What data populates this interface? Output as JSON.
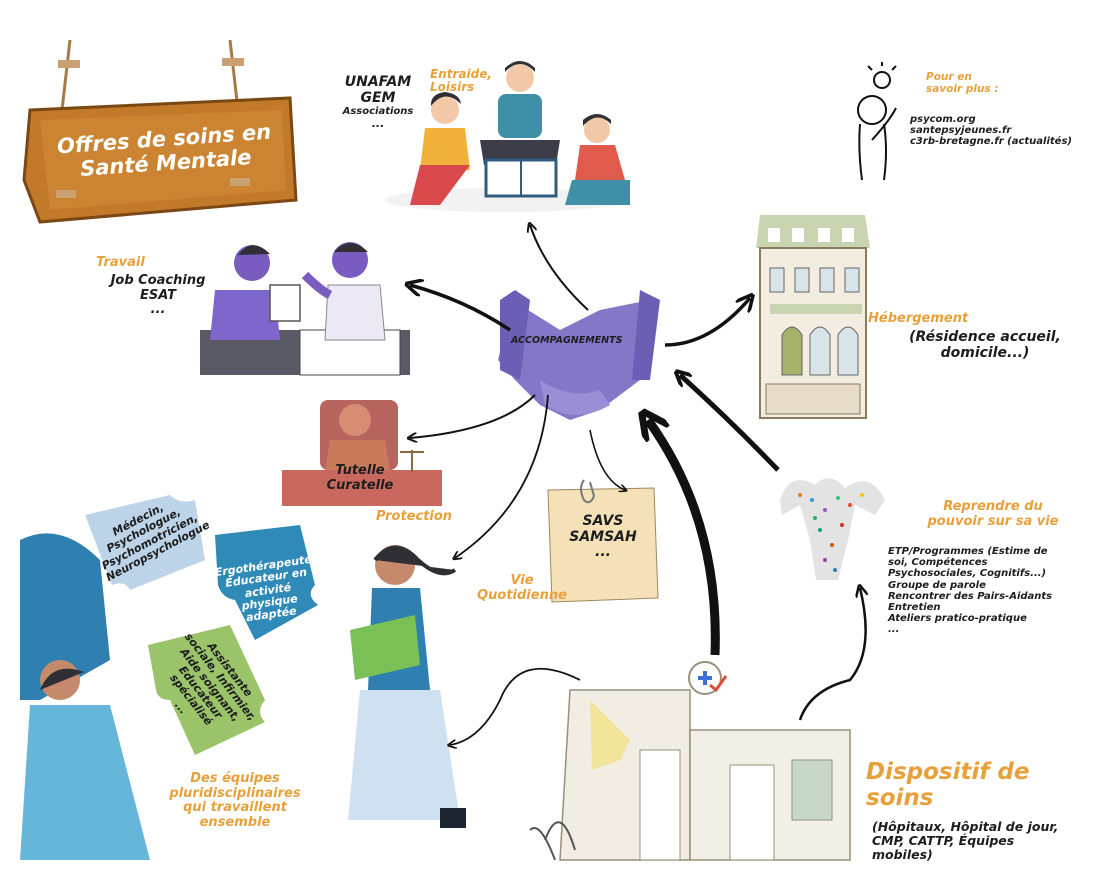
{
  "sign": {
    "line1": "Offres de soins en",
    "line2": "Santé Mentale"
  },
  "loisirs": {
    "category": [
      "Entraide,",
      "Loisirs"
    ],
    "items": [
      "UNAFAM",
      "GEM",
      "Associations",
      "..."
    ]
  },
  "info": {
    "title": [
      "Pour en",
      "savoir plus :"
    ],
    "links": [
      "psycom.org",
      "santepsyjeunes.fr",
      "c3rb-bretagne.fr (actualités)"
    ]
  },
  "travail": {
    "category": "Travail",
    "items": [
      "Job Coaching",
      "ESAT",
      "..."
    ]
  },
  "center": {
    "label": "ACCOMPAGNEMENTS"
  },
  "hebergement": {
    "category": "Hébergement",
    "detail": [
      "(Résidence accueil,",
      "domicile...)"
    ]
  },
  "protection": {
    "items": [
      "Tutelle",
      "Curatelle"
    ],
    "category": "Protection"
  },
  "savs": {
    "items": [
      "SAVS",
      "SAMSAH",
      "..."
    ]
  },
  "vie": {
    "category": [
      "Vie",
      "Quotidienne"
    ]
  },
  "pouvoir": {
    "title": [
      "Reprendre du",
      "pouvoir sur sa vie"
    ],
    "items": [
      "ETP/Programmes (Estime de",
      "soi, Compétences",
      "Psychosociales, Cognitifs...)",
      "Groupe de parole",
      "Rencontrer des Pairs-Aidants",
      "Entretien",
      "Ateliers pratico-pratique",
      "..."
    ]
  },
  "puzzles": {
    "p1": [
      "Médecin,",
      "Psychologue,",
      "Psychomotricien,",
      "Neuropsychologue"
    ],
    "p2": [
      "Ergothérapeute,",
      "Éducateur en",
      "activité",
      "physique",
      "adaptée"
    ],
    "p3": [
      "Assistante",
      "sociale, Infirmier,",
      "Aide soignant,",
      "Educateur",
      "spécialisé",
      "..."
    ]
  },
  "equipes": {
    "caption": [
      "Des équipes",
      "pluridisciplinaires",
      "qui travaillent",
      "ensemble"
    ]
  },
  "dispositif": {
    "title": [
      "Dispositif de",
      "soins"
    ],
    "detail": [
      "(Hôpitaux, Hôpital de jour,",
      "CMP, CATTP, Équipes",
      "mobiles)"
    ]
  }
}
